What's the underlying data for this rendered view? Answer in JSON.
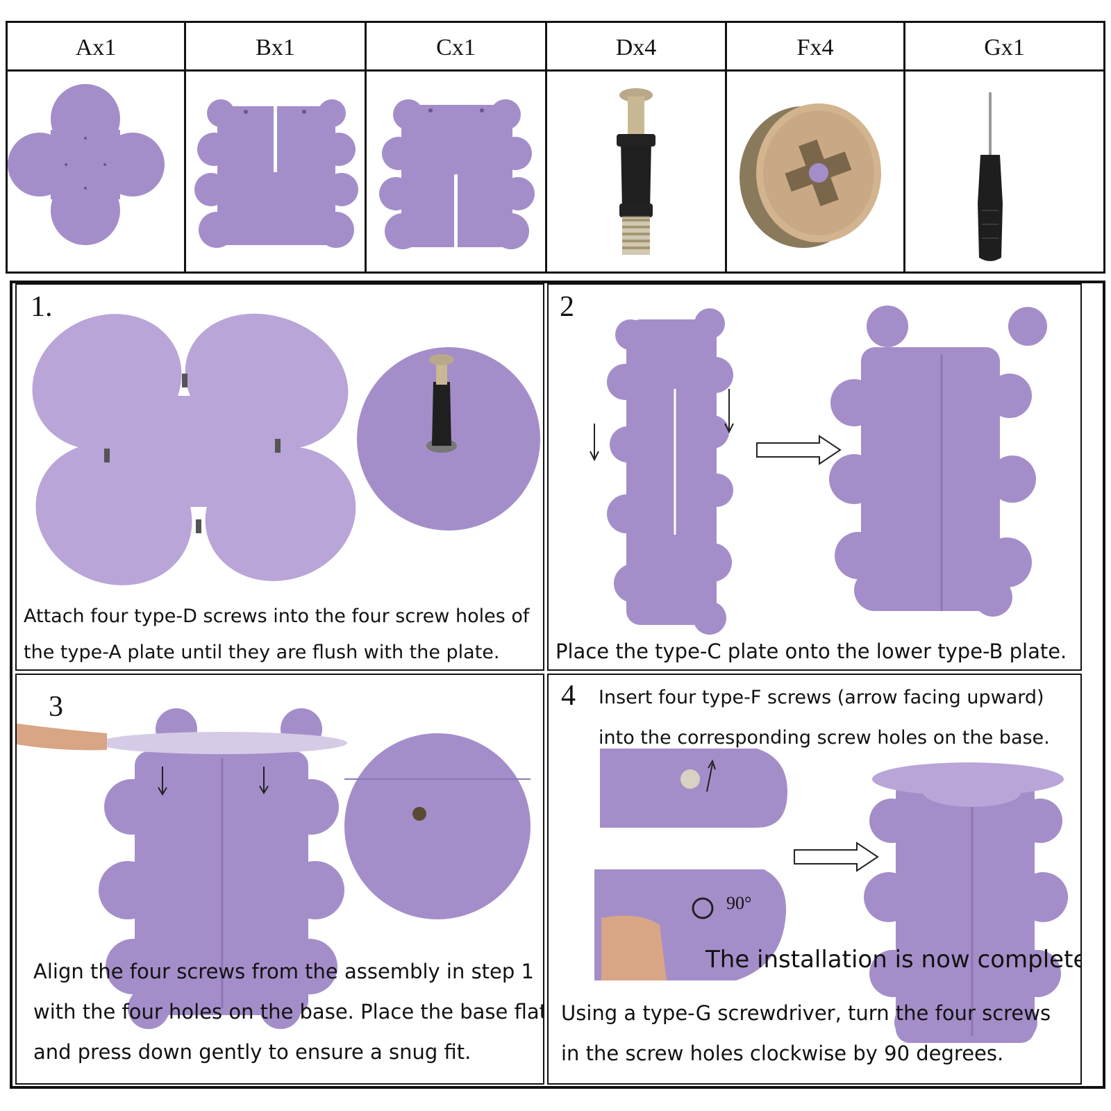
{
  "parts": [
    {
      "label": "Ax1",
      "name": "type-a-plate"
    },
    {
      "label": "Bx1",
      "name": "type-b-plate"
    },
    {
      "label": "Cx1",
      "name": "type-c-plate"
    },
    {
      "label": "Dx4",
      "name": "type-d-screw"
    },
    {
      "label": "Fx4",
      "name": "type-f-cam-lock"
    },
    {
      "label": "Gx1",
      "name": "type-g-screwdriver"
    }
  ],
  "colors": {
    "plate": "#a48ec9",
    "plate_light": "#b9a5d8",
    "plate_dark": "#8e76b6",
    "border": "#111111"
  },
  "steps": [
    {
      "number": "1.",
      "lines": [
        "Attach four type-D screws into the four screw holes of",
        "the type-A plate until they are flush with the plate."
      ]
    },
    {
      "number": "2",
      "lines": [
        "Place the type-C plate onto the lower type-B plate."
      ]
    },
    {
      "number": "3",
      "lines": [
        "Align the four screws from the assembly in step 1",
        "with the four holes on the base. Place the base flat",
        "and press down gently to ensure a snug fit."
      ]
    },
    {
      "number": "4",
      "header_lines": [
        "Insert four type-F screws (arrow facing upward)",
        "into the corresponding screw holes on the base."
      ],
      "complete": "The installation is now complete.",
      "angle": "90°",
      "lines": [
        "Using a type-G screwdriver, turn the four screws",
        "in the screw holes clockwise by 90 degrees."
      ]
    }
  ]
}
